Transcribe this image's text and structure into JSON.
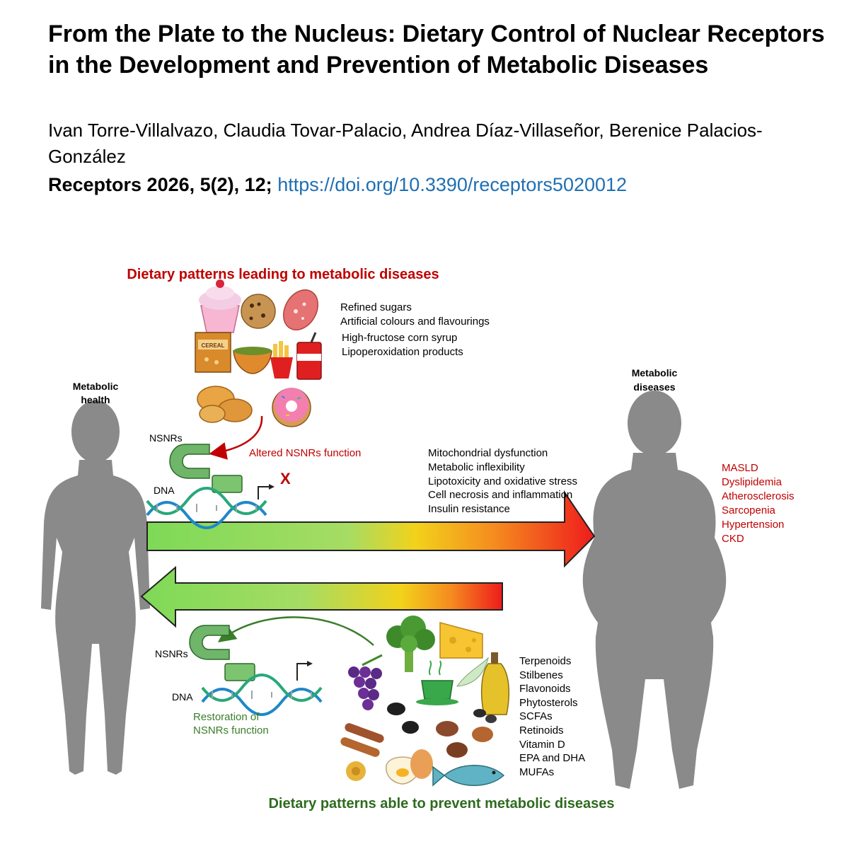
{
  "header": {
    "title": "From the Plate to the Nucleus: Dietary Control of Nuclear Receptors in the Development and Prevention of Metabolic Diseases",
    "authors": "Ivan Torre-Villalvazo, Claudia Tovar-Palacio, Andrea Díaz-Villaseñor, Berenice Palacios-González",
    "citation": "Receptors 2026, 5(2), 12;",
    "doi": "https://doi.org/10.3390/receptors5020012"
  },
  "figure": {
    "top_heading": "Dietary patterns leading to metabolic diseases",
    "bottom_heading": "Dietary patterns able to prevent metabolic diseases",
    "left_person_label": [
      "Metabolic",
      "health"
    ],
    "right_person_label": [
      "Metabolic",
      "diseases"
    ],
    "harmful_compounds": [
      "Refined sugars",
      "Artificial colours and flavourings",
      "High-fructose corn syrup",
      "Lipoperoxidation products"
    ],
    "effects": [
      "Mitochondrial dysfunction",
      "Metabolic inflexibility",
      "Lipotoxicity and oxidative stress",
      "Cell necrosis and inflammation",
      "Insulin resistance"
    ],
    "diseases": [
      "MASLD",
      "Dyslipidemia",
      "Atherosclerosis",
      "Sarcopenia",
      "Hypertension",
      "CKD"
    ],
    "beneficial_compounds": [
      "Terpenoids",
      "Stilbenes",
      "Flavonoids",
      "Phytosterols",
      "SCFAs",
      "Retinoids",
      "Vitamin D",
      "EPA and DHA",
      "MUFAs"
    ],
    "nsnrs_label": "NSNRs",
    "dna_label": "DNA",
    "altered_label": "Altered NSNRs function",
    "blocked_mark": "X",
    "restoration_label": [
      "Restoration of",
      "NSNRs function"
    ],
    "food_cereal_label": "CEREAL",
    "colors": {
      "red_heading": "#c00000",
      "green_heading": "#2e6b1f",
      "disease_text": "#c00000",
      "restoration_text": "#3a7d2a",
      "silhouette": "#8a8a8a",
      "receptor": "#6fb56a",
      "doi_link": "#1f6fb2"
    }
  }
}
